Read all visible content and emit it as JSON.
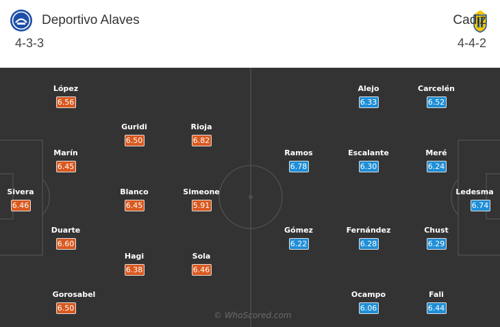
{
  "home": {
    "name": "Deportivo Alaves",
    "formation": "4-3-3",
    "colors": {
      "crest": "#1e4fa8",
      "rating": "#d9591f"
    },
    "players": [
      {
        "name": "López",
        "rating": "6.56"
      },
      {
        "name": "Guridi",
        "rating": "6.50"
      },
      {
        "name": "Rioja",
        "rating": "6.82"
      },
      {
        "name": "Marín",
        "rating": "6.45"
      },
      {
        "name": "Sivera",
        "rating": "6.46"
      },
      {
        "name": "Blanco",
        "rating": "6.45"
      },
      {
        "name": "Simeone",
        "rating": "5.91"
      },
      {
        "name": "Duarte",
        "rating": "6.60"
      },
      {
        "name": "Hagi",
        "rating": "6.38"
      },
      {
        "name": "Sola",
        "rating": "6.46"
      },
      {
        "name": "Gorosabel",
        "rating": "6.50"
      }
    ]
  },
  "away": {
    "name": "Cadiz",
    "formation": "4-4-2",
    "colors": {
      "crest": "#f2c500",
      "rating": "#1f8ed6"
    },
    "players": [
      {
        "name": "Alejo",
        "rating": "6.33"
      },
      {
        "name": "Carcelén",
        "rating": "6.52"
      },
      {
        "name": "Ramos",
        "rating": "6.78"
      },
      {
        "name": "Escalante",
        "rating": "6.30"
      },
      {
        "name": "Meré",
        "rating": "6.24"
      },
      {
        "name": "Ledesma",
        "rating": "6.74"
      },
      {
        "name": "Gómez",
        "rating": "6.22"
      },
      {
        "name": "Fernández",
        "rating": "6.28"
      },
      {
        "name": "Chust",
        "rating": "6.29"
      },
      {
        "name": "Ocampo",
        "rating": "6.06"
      },
      {
        "name": "Fali",
        "rating": "6.44"
      }
    ]
  },
  "pitch": {
    "background": "#333333",
    "line_color": "#4d4d4d"
  },
  "watermark": "© WhoScored.com"
}
